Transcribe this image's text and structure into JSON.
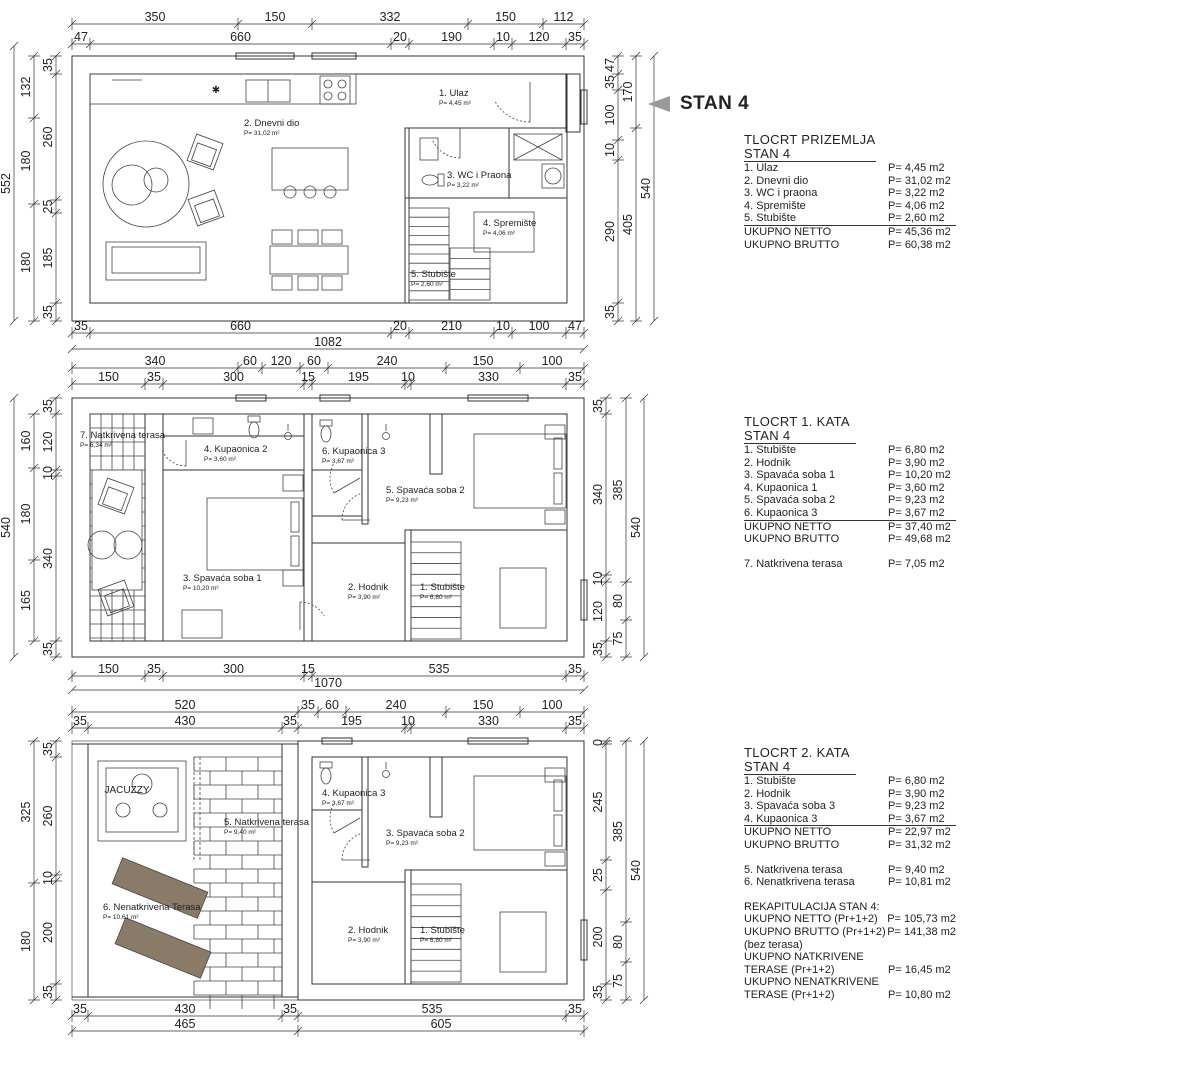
{
  "stan_label": "STAN 4",
  "plans": [
    {
      "key": "ground",
      "dims_top1": [
        "350",
        "150",
        "332",
        "150",
        "112"
      ],
      "dims_top2": [
        "47",
        "660",
        "20",
        "190",
        "10",
        "120",
        "35"
      ],
      "dims_bottom1": [
        "35",
        "660",
        "20",
        "210",
        "10",
        "100",
        "47"
      ],
      "dims_bottom_total": "1082",
      "dims_left1": [
        "35",
        "260",
        "25",
        "185",
        "35"
      ],
      "dims_left2": [
        "132",
        "180",
        "180"
      ],
      "dims_left_total": "552",
      "dims_right1": [
        "47",
        "35",
        "100",
        "10",
        "290",
        "35"
      ],
      "dims_right2": [
        "170",
        "405"
      ],
      "dims_right_total": "540",
      "rooms": [
        {
          "name": "1. Ulaz",
          "area": "P= 4,45 m²"
        },
        {
          "name": "2. Dnevni dio",
          "area": "P= 31,02 m²"
        },
        {
          "name": "3. WC i Praona",
          "area": "P= 3,22 m²"
        },
        {
          "name": "4. Spremište",
          "area": "P= 4,06 m²"
        },
        {
          "name": "5. Stubište",
          "area": "P= 2,60 m²"
        }
      ]
    },
    {
      "key": "first",
      "dims_top1": [
        "340",
        "60",
        "120",
        "60",
        "240",
        "150",
        "100"
      ],
      "dims_top2": [
        "150",
        "35",
        "300",
        "15",
        "195",
        "10",
        "330",
        "35"
      ],
      "dims_bottom1": [
        "150",
        "35",
        "300",
        "15",
        "535",
        "35"
      ],
      "dims_bottom_total": "1070",
      "dims_left1": [
        "35",
        "120",
        "10",
        "340",
        "35"
      ],
      "dims_left2": [
        "160",
        "180",
        "165"
      ],
      "dims_left_total": "540",
      "dims_right1": [
        "35",
        "340",
        "10",
        "120",
        "35"
      ],
      "dims_right2": [
        "385",
        "80",
        "75"
      ],
      "dims_right_total": "540",
      "rooms": [
        {
          "name": "7. Natkrivena terasa",
          "area": "P= 6,34 m²"
        },
        {
          "name": "4. Kupaonica 2",
          "area": "P= 3,60 m²"
        },
        {
          "name": "6. Kupaonica 3",
          "area": "P= 3,67 m²"
        },
        {
          "name": "5. Spavaća soba 2",
          "area": "P= 9,23 m²"
        },
        {
          "name": "3. Spavaća soba 1",
          "area": "P= 10,20 m²"
        },
        {
          "name": "2. Hodnik",
          "area": "P= 3,90 m²"
        },
        {
          "name": "1. Stubište",
          "area": "P= 6,80 m²"
        }
      ]
    },
    {
      "key": "second",
      "dims_top1": [
        "520",
        "35",
        "60",
        "240",
        "150",
        "100"
      ],
      "dims_top2": [
        "35",
        "430",
        "35",
        "195",
        "10",
        "330",
        "35"
      ],
      "dims_bottom1": [
        "35",
        "430",
        "35",
        "535",
        "35"
      ],
      "dims_bottom2": [
        "465",
        "605"
      ],
      "dims_left1": [
        "35",
        "260",
        "10",
        "200",
        "35"
      ],
      "dims_left2": [
        "325",
        "180"
      ],
      "dims_right1": [
        "0",
        "245",
        "25",
        "200",
        "35"
      ],
      "dims_right2": [
        "385",
        "80",
        "75"
      ],
      "dims_right_total": "540",
      "rooms": [
        {
          "name": "JACUZZY",
          "area": ""
        },
        {
          "name": "5. Natkrivena terasa",
          "area": "P= 9,40 m²"
        },
        {
          "name": "6. Nenatkrivena Terasa",
          "area": "P= 10,61 m²"
        },
        {
          "name": "4. Kupaonica 3",
          "area": "P= 3,67 m²"
        },
        {
          "name": "3. Spavaća soba 2",
          "area": "P= 9,23 m²"
        },
        {
          "name": "2. Hodnik",
          "area": "P= 3,90 m²"
        },
        {
          "name": "1. Stubište",
          "area": "P= 6,80 m²"
        }
      ]
    }
  ],
  "tables": [
    {
      "title1": "TLOCRT PRIZEMLJA",
      "title2": "STAN 4",
      "rows": [
        {
          "n": "1. Ulaz",
          "v": "P= 4,45 m2"
        },
        {
          "n": "2. Dnevni dio",
          "v": "P= 31,02 m2"
        },
        {
          "n": "3. WC i praona",
          "v": "P= 3,22 m2"
        },
        {
          "n": "4. Spremište",
          "v": "P= 4,06 m2"
        },
        {
          "n": "5. Stubište",
          "v": "P= 2,60 m2"
        }
      ],
      "totals": [
        {
          "n": "UKUPNO NETTO",
          "v": "P= 45,36 m2"
        },
        {
          "n": "UKUPNO BRUTTO",
          "v": "P= 60,38 m2"
        }
      ],
      "extra": []
    },
    {
      "title1": "TLOCRT 1. KATA",
      "title2": "STAN 4",
      "rows": [
        {
          "n": "1. Stubište",
          "v": "P= 6,80 m2"
        },
        {
          "n": "2. Hodnik",
          "v": "P= 3,90 m2"
        },
        {
          "n": "3. Spavaća soba 1",
          "v": "P= 10,20 m2"
        },
        {
          "n": "4. Kupaonica 1",
          "v": "P= 3,60 m2"
        },
        {
          "n": "5. Spavaća soba 2",
          "v": "P= 9,23 m2"
        },
        {
          "n": "6. Kupaonica 3",
          "v": "P= 3,67 m2"
        }
      ],
      "totals": [
        {
          "n": "UKUPNO NETTO",
          "v": "P= 37,40 m2"
        },
        {
          "n": "UKUPNO BRUTTO",
          "v": "P= 49,68 m2"
        }
      ],
      "extra": [
        {
          "n": "7. Natkrivena terasa",
          "v": "P= 7,05 m2"
        }
      ]
    },
    {
      "title1": "TLOCRT 2. KATA",
      "title2": "STAN 4",
      "rows": [
        {
          "n": "1. Stubište",
          "v": "P= 6,80 m2"
        },
        {
          "n": "2. Hodnik",
          "v": "P= 3,90 m2"
        },
        {
          "n": "3. Spavaća soba 3",
          "v": "P= 9,23 m2"
        },
        {
          "n": "4. Kupaonica 3",
          "v": "P= 3,67 m2"
        }
      ],
      "totals": [
        {
          "n": "UKUPNO NETTO",
          "v": "P= 22,97 m2"
        },
        {
          "n": "UKUPNO BRUTTO",
          "v": "P= 31,32 m2"
        }
      ],
      "extra": [
        {
          "n": "5. Natkrivena terasa",
          "v": "P= 9,40 m2"
        },
        {
          "n": "6. Nenatkrivena terasa",
          "v": "P= 10,81 m2"
        }
      ],
      "recap": {
        "title": "REKAPITULACIJA STAN 4:",
        "rows": [
          {
            "n": "UKUPNO NETTO (Pr+1+2)",
            "v": "P= 105,73 m2"
          },
          {
            "n": "UKUPNO BRUTTO (Pr+1+2)",
            "v": "P= 141,38 m2"
          },
          {
            "n": "(bez terasa)",
            "v": ""
          },
          {
            "n": "UKUPNO NATKRIVENE",
            "v": ""
          },
          {
            "n": "TERASE (Pr+1+2)",
            "v": "P= 16,45 m2"
          },
          {
            "n": "UKUPNO NENATKRIVENE",
            "v": ""
          },
          {
            "n": "TERASE (Pr+1+2)",
            "v": "P= 10,80 m2"
          }
        ]
      }
    }
  ]
}
